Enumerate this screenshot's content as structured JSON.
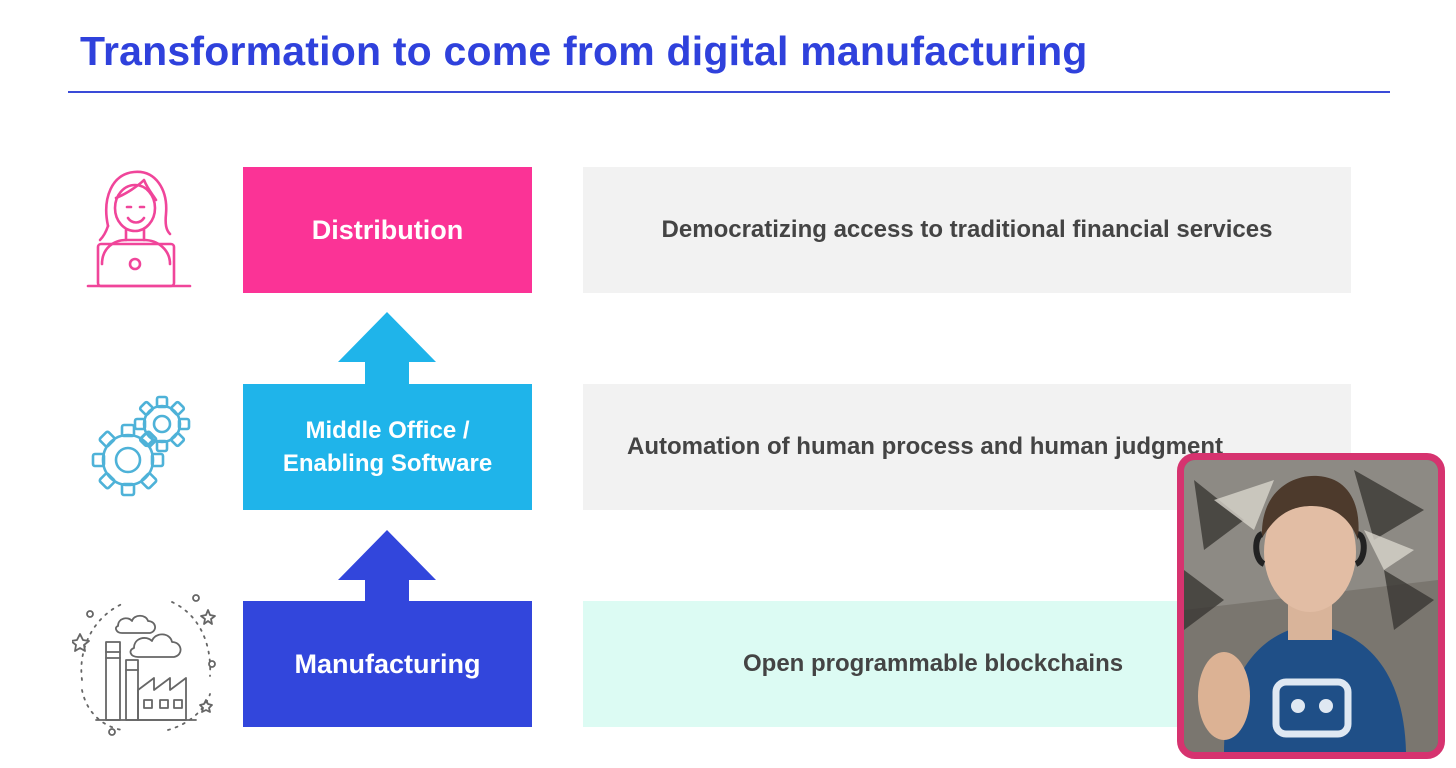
{
  "slide": {
    "title": "Transformation to come from digital manufacturing"
  },
  "layers": [
    {
      "label": "Distribution",
      "description": "Democratizing access to traditional financial services",
      "color": "#fb3396",
      "desc_bg": "#f2f2f2",
      "icon": "person-laptop-icon"
    },
    {
      "label": "Middle Office / Enabling Software",
      "label_line1": "Middle Office /",
      "label_line2": "Enabling Software",
      "description": "Automation of human process and human judgment",
      "color": "#1fb4ea",
      "desc_bg": "#f2f2f2",
      "icon": "gears-icon"
    },
    {
      "label": "Manufacturing",
      "description": "Open programmable blockchains",
      "color": "#3246dc",
      "desc_bg": "#dcfbf3",
      "icon": "factory-icon"
    }
  ],
  "arrows": [
    {
      "color": "#1fb4ea",
      "direction": "up"
    },
    {
      "color": "#3246dc",
      "direction": "up"
    }
  ],
  "colors": {
    "title": "#2f41dc",
    "rule": "#3a4bd8",
    "video_border": "#d6336f"
  }
}
